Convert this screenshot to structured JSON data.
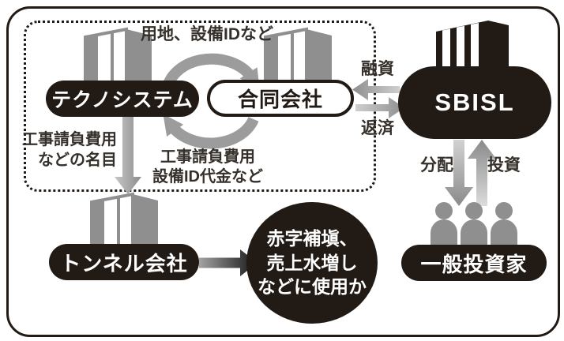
{
  "colors": {
    "ink": "#211a15",
    "gray": "#8f8f8f",
    "label": "#36302b"
  },
  "diagram": {
    "nodes": {
      "techno": "テクノシステム",
      "godo": "合同会社",
      "sbisl": "SBISL",
      "tunnel": "トンネル会社",
      "investors": "一般投資家"
    },
    "usage_circle": {
      "line1": "赤字補塡、",
      "line2": "売上水増し",
      "line3": "などに使用か"
    },
    "labels": {
      "land_equipment": "用地、設備IDなど",
      "fee_left_line1": "工事請負費用",
      "fee_left_line2": "などの名目",
      "fee_bottom_line1": "工事請負費用",
      "fee_bottom_line2": "設備ID代金など",
      "loan": "融資",
      "repayment": "返済",
      "distribution": "分配",
      "investment": "投資"
    }
  }
}
